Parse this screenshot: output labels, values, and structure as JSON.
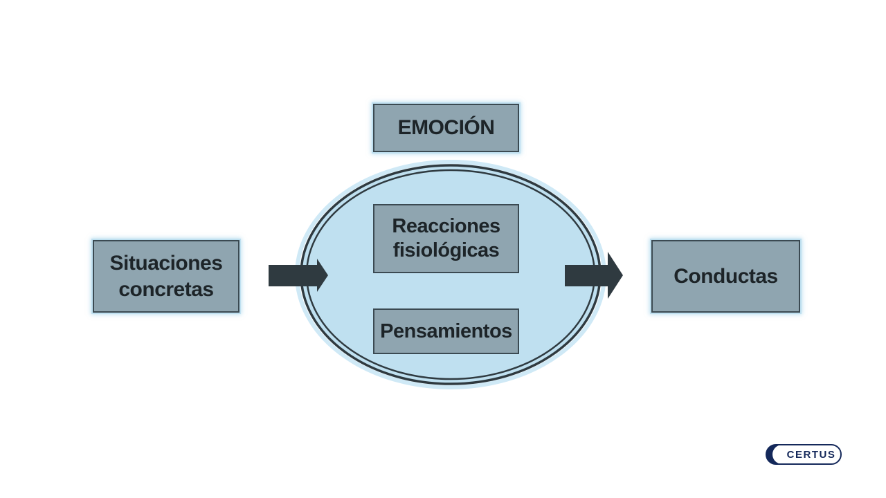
{
  "diagram": {
    "top_label": "EMOCIÓN",
    "input": {
      "line1": "Situaciones",
      "line2": "concretas"
    },
    "inner": {
      "reacciones": {
        "line1": "Reacciones",
        "line2": "fisiológicas"
      },
      "pensamientos": "Pensamientos"
    },
    "output": "Conductas"
  },
  "logo": {
    "text": "CERTUS"
  },
  "colors": {
    "box_fill": "#8fa5b0",
    "box_border": "#3b4a52",
    "ellipse_fill": "#bfe0f0",
    "arrow": "#2f3a40",
    "logo": "#14285a"
  }
}
